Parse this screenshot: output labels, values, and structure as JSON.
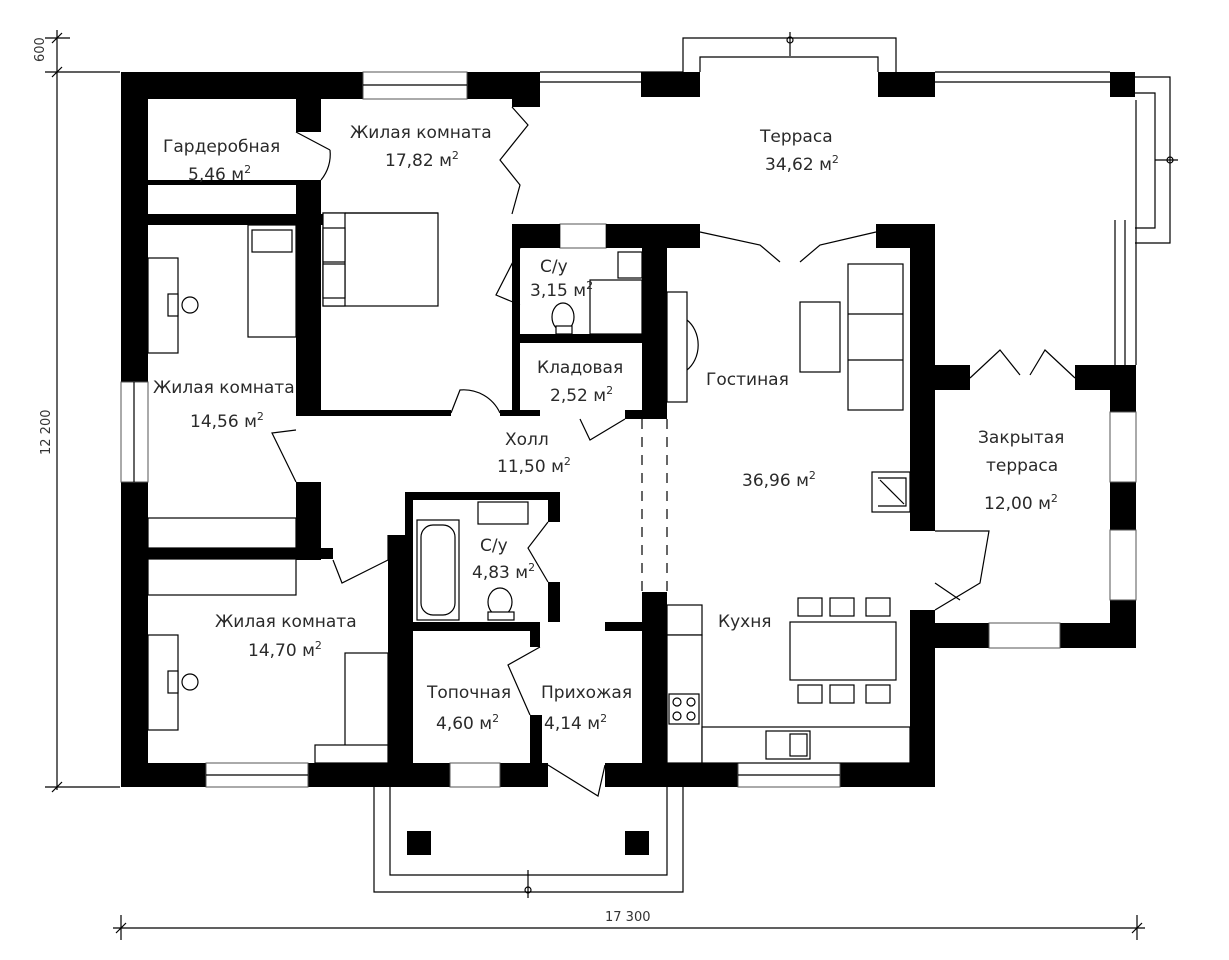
{
  "dimensions": {
    "overhang": "600",
    "depth": "12 200",
    "width": "17 300"
  },
  "unit": "м",
  "rooms": [
    {
      "name": "Гардеробная",
      "area": "5,46"
    },
    {
      "name": "Жилая комната",
      "area": "17,82"
    },
    {
      "name": "Терраса",
      "area": "34,62"
    },
    {
      "name": "Жилая комната",
      "area": "14,56"
    },
    {
      "name": "С/у",
      "area": "3,15"
    },
    {
      "name": "Кладовая",
      "area": "2,52"
    },
    {
      "name": "Гостиная",
      "area": "36,96"
    },
    {
      "name": "Холл",
      "area": "11,50"
    },
    {
      "name": "Закрытая",
      "name2": "терраса",
      "area": "12,00"
    },
    {
      "name": "С/у",
      "area": "4,83"
    },
    {
      "name": "Жилая комната",
      "area": "14,70"
    },
    {
      "name": "Кухня",
      "area": ""
    },
    {
      "name": "Топочная",
      "area": "4,60"
    },
    {
      "name": "Прихожая",
      "area": "4,14"
    }
  ]
}
